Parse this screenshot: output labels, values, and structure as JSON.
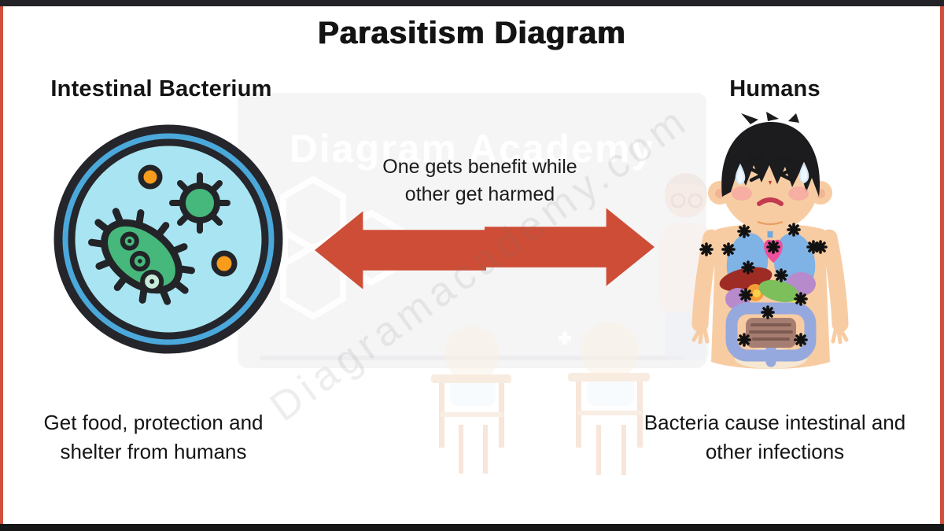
{
  "title": "Parasitism Diagram",
  "left": {
    "heading": "Intestinal Bacterium",
    "caption": "Get food, protection and\nshelter from humans",
    "icon": "petri-dish-bacteria-icon",
    "icon_colors": {
      "dish_rim": "#4ba8db",
      "dish_inner": "#a9e4f2",
      "outline": "#25262b",
      "bacteria": "#46b87c",
      "dots": "#f89c1c"
    }
  },
  "right": {
    "heading": "Humans",
    "caption": "Bacteria cause intestinal and\nother infections",
    "icon": "sick-human-organs-icon",
    "icon_colors": {
      "skin": "#f8cca3",
      "hair": "#1c1c1e",
      "lungs": "#7fb2e5",
      "heart": "#ef4f9b",
      "liver": "#9e2c24",
      "stomach": "#b78bcb",
      "intestine": "#96a9de",
      "germ": "#111111"
    }
  },
  "center": {
    "relation_text": "One gets benefit while\nother get harmed",
    "arrow_icon": "double-headed-arrow-icon",
    "arrow_color": "#ce4d36"
  },
  "watermark": {
    "brand": "Diagram Academy",
    "domain": "Diagramacademy.com"
  },
  "frame": {
    "border_color": "#d0503c",
    "bar_color": "#232327"
  }
}
